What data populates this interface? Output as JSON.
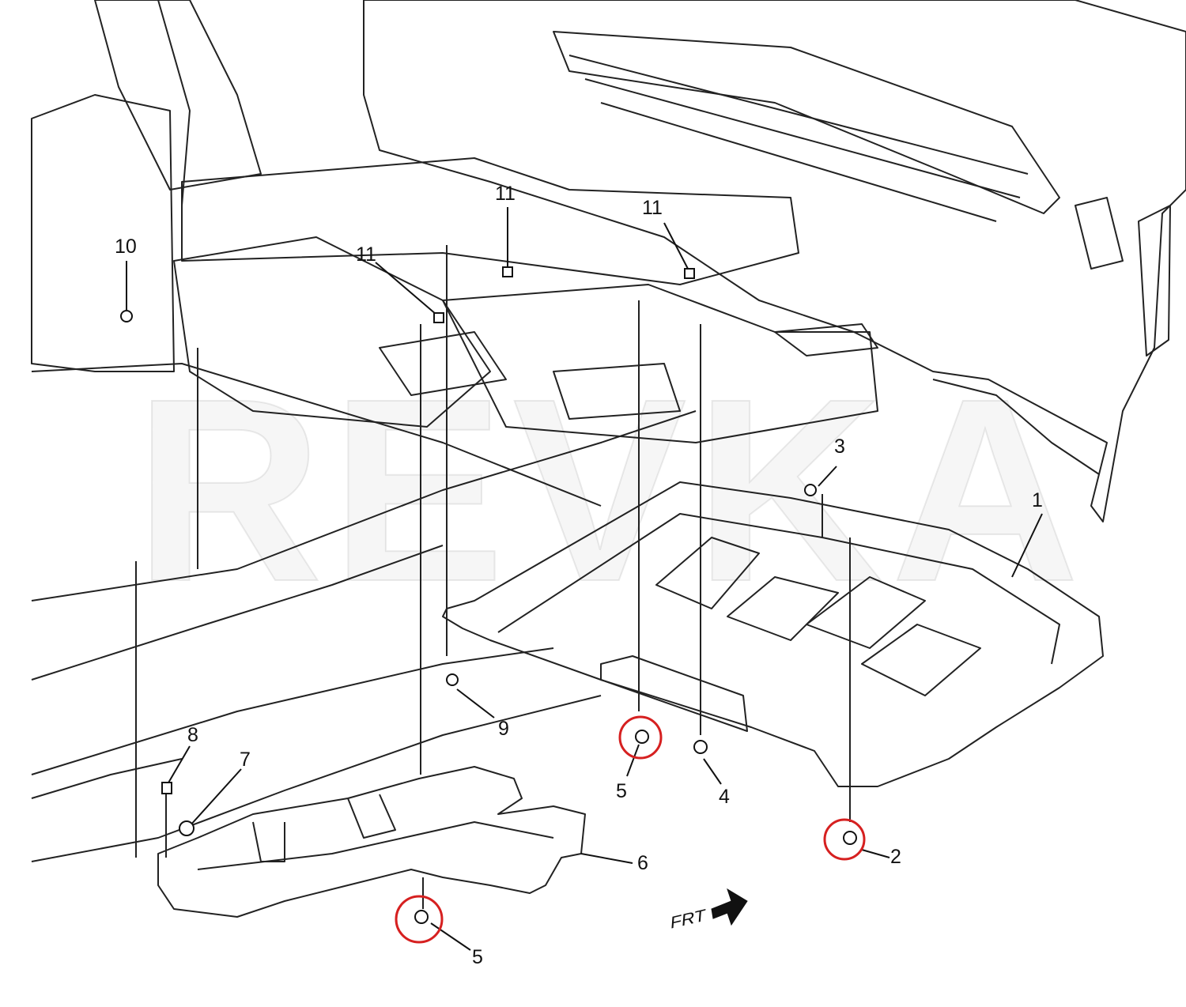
{
  "diagram": {
    "watermark": "REVKA",
    "front_marker": "FRT",
    "callouts": [
      {
        "id": "c1",
        "label": "1"
      },
      {
        "id": "c2",
        "label": "2"
      },
      {
        "id": "c3",
        "label": "3"
      },
      {
        "id": "c4",
        "label": "4"
      },
      {
        "id": "c5a",
        "label": "5"
      },
      {
        "id": "c5b",
        "label": "5"
      },
      {
        "id": "c6",
        "label": "6"
      },
      {
        "id": "c7",
        "label": "7"
      },
      {
        "id": "c8",
        "label": "8"
      },
      {
        "id": "c9",
        "label": "9"
      },
      {
        "id": "c10",
        "label": "10"
      },
      {
        "id": "c11a",
        "label": "11"
      },
      {
        "id": "c11b",
        "label": "11"
      },
      {
        "id": "c11c",
        "label": "11"
      }
    ],
    "colors": {
      "line": "#222222",
      "highlight": "#d62020",
      "background": "#ffffff"
    }
  }
}
